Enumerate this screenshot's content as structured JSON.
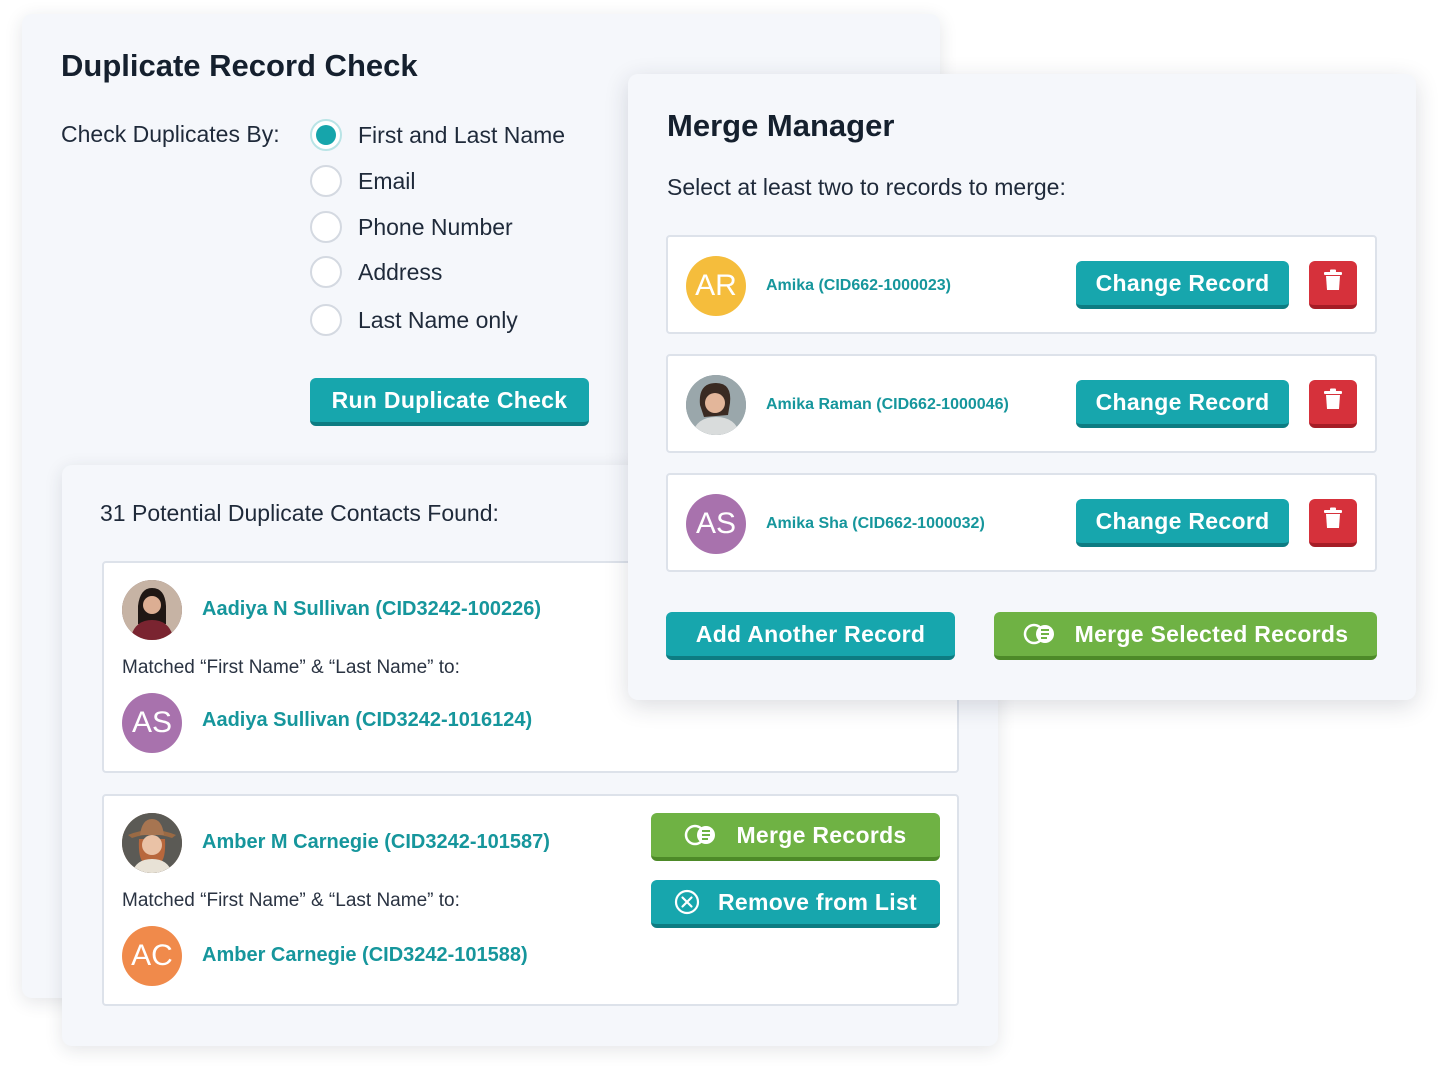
{
  "duplicate_check": {
    "title": "Duplicate Record Check",
    "check_by_label": "Check Duplicates By:",
    "options": [
      {
        "label": "First and Last Name",
        "selected": true
      },
      {
        "label": "Email",
        "selected": false
      },
      {
        "label": "Phone Number",
        "selected": false
      },
      {
        "label": "Address",
        "selected": false
      },
      {
        "label": "Last Name only",
        "selected": false
      }
    ],
    "run_button": "Run Duplicate Check"
  },
  "results": {
    "heading": "31 Potential Duplicate Contacts Found:",
    "groups": [
      {
        "primary": {
          "name": "Aadiya N Sullivan (CID3242-100226)",
          "avatar": "photo"
        },
        "matched_text": "Matched “First Name” & “Last Name” to:",
        "match": {
          "name": "Aadiya Sullivan (CID3242-1016124)",
          "initials": "AS",
          "color": "#a872ad"
        }
      },
      {
        "primary": {
          "name": "Amber M Carnegie (CID3242-101587)",
          "avatar": "photo"
        },
        "matched_text": "Matched “First Name” & “Last Name” to:",
        "match": {
          "name": "Amber Carnegie (CID3242-101588)",
          "initials": "AC",
          "color": "#f08a4b"
        },
        "merge_button": "Merge Records",
        "remove_button": "Remove from List"
      }
    ]
  },
  "merge_manager": {
    "title": "Merge Manager",
    "instruction": "Select at least two to records to merge:",
    "records": [
      {
        "name": "Amika (CID662-1000023)",
        "initials": "AR",
        "color": "#f5bd3c",
        "avatar": "initials"
      },
      {
        "name": "Amika Raman (CID662-1000046)",
        "initials": "",
        "color": "#8a9aa3",
        "avatar": "photo"
      },
      {
        "name": "Amika Sha (CID662-1000032)",
        "initials": "AS",
        "color": "#a872ad",
        "avatar": "initials"
      }
    ],
    "change_button": "Change Record",
    "add_button": "Add Another Record",
    "merge_button": "Merge Selected Records"
  },
  "colors": {
    "teal": "#17a6ad",
    "green": "#6fb244",
    "red": "#d6313b",
    "link": "#16969c"
  },
  "icons": [
    "trash-icon",
    "merge-icon",
    "close-circle-icon",
    "radio-selected-icon",
    "radio-empty-icon"
  ]
}
